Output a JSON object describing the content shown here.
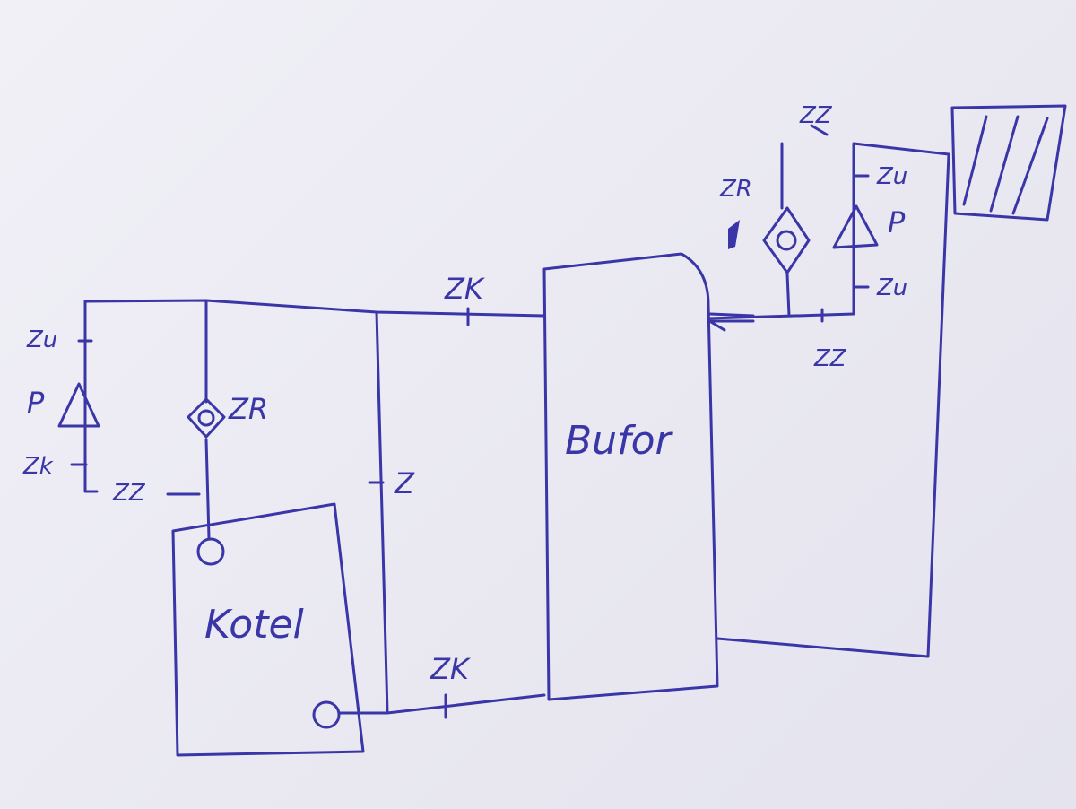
{
  "labels": {
    "kotel": "Kotel",
    "buffer": "Bufor",
    "zk_top": "ZK",
    "zk_bottom": "ZK",
    "z_mid": "Z",
    "zr_left": "ZR",
    "zz_left": "ZZ",
    "zu_left": "Zu",
    "zk_left": "Zk",
    "p_left": "P",
    "zr_right": "ZR",
    "p_right": "P",
    "zu_right_top": "Zu",
    "zu_right_bottom": "Zu",
    "zz_right": "ZZ",
    "zz_top": "ZZ"
  },
  "colors": {
    "ink": "#3a36a8",
    "paper": "#ecebf3"
  }
}
